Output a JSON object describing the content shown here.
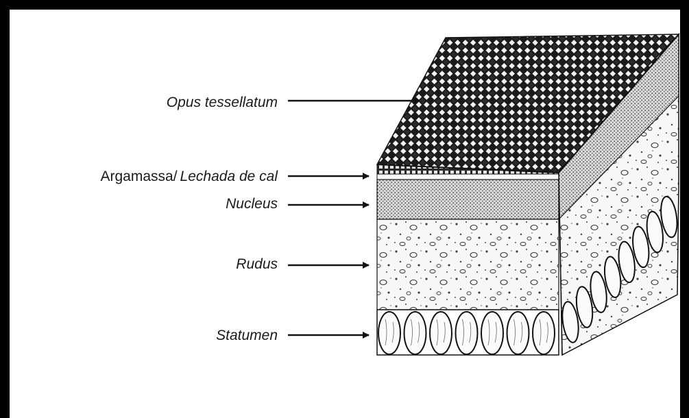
{
  "labels": {
    "opus": "Opus tessellatum",
    "argamassa_regular": "Argamassa/",
    "argamassa_italic": "Lechada de cal",
    "nucleus": "Nucleus",
    "rudus": "Rudus",
    "statumen": "Statumen"
  }
}
